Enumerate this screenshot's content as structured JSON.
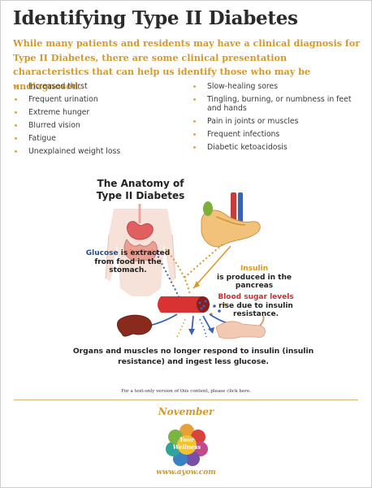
{
  "title": "Identifying Type II Diabetes",
  "intro": "While many patients and residents may have a clinical diagnosis for Type II Diabetes, there are some clinical presentation characteristics that can help us identify those who may be undiagnosed.",
  "symptoms_left": [
    "Increased thirst",
    "Frequent urination",
    "Extreme hunger",
    "Blurred vision",
    "Fatigue",
    "Unexplained weight loss"
  ],
  "symptoms_right": [
    "Slow-healing sores",
    "Tingling, burning, or numbness in feet and hands",
    "Pain in joints or muscles",
    "Frequent infections",
    "Diabetic ketoacidosis"
  ],
  "diagram": {
    "title": "The Anatomy of Type II Diabetes",
    "glucose_keyword": "Glucose",
    "glucose_rest": " is extracted from food in the stomach.",
    "insulin_keyword": "Insulin",
    "insulin_rest": "is produced in the pancreas",
    "blood_keyword": "Blood sugar levels",
    "blood_rest": "rise due to insulin resistance.",
    "organs": "Organs and muscles no longer respond to insulin (insulin resistance) and ingest less glucose."
  },
  "text_version_note": "For a text-only version of this content, please click here.",
  "month": "November",
  "logo_text": "Your Wellness",
  "website": "www.ayow.com",
  "colors": {
    "accent": "#d4992a",
    "glucose": "#1f4f8f",
    "blood": "#d62a2a"
  }
}
